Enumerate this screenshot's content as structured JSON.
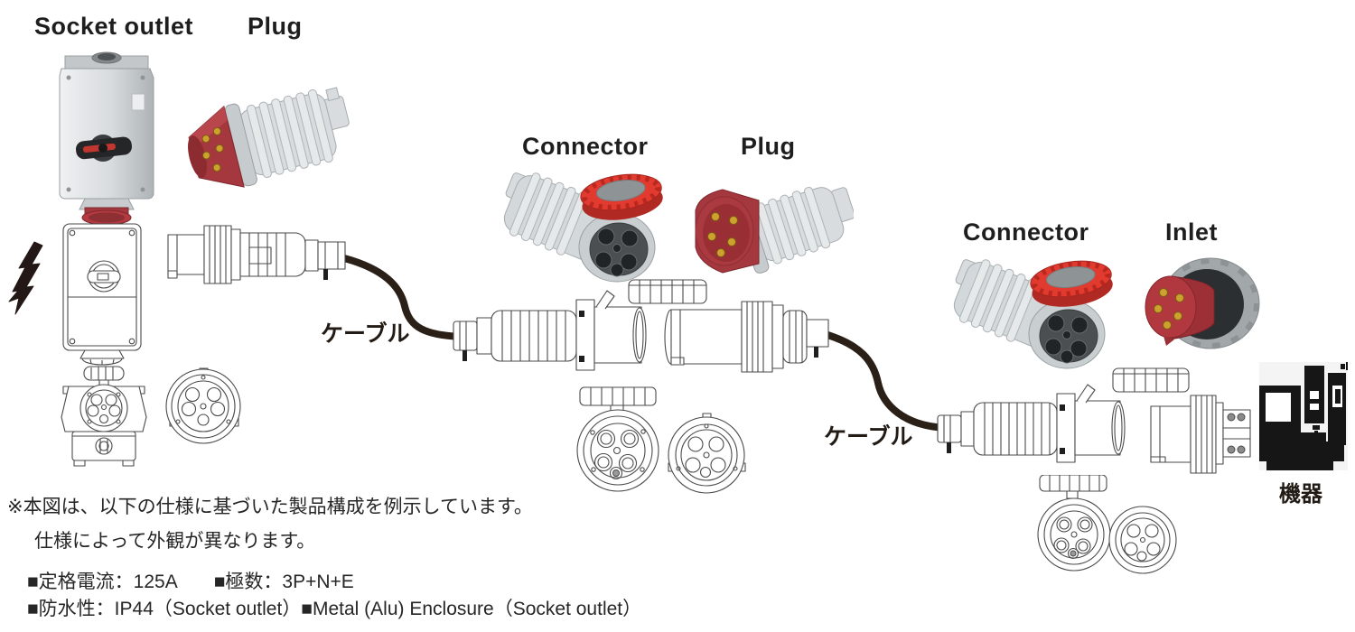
{
  "labels": {
    "socket_outlet": "Socket outlet",
    "plug_top": "Plug",
    "connector_mid": "Connector",
    "plug_mid": "Plug",
    "connector_right": "Connector",
    "inlet": "Inlet",
    "cable_left": "ケーブル",
    "cable_right": "ケーブル",
    "equipment": "機器"
  },
  "notes": {
    "line1": "※本図は、以下の仕様に基づいた製品構成を例示しています。",
    "line2": "仕様によって外観が異なります。"
  },
  "specs": {
    "rated_current": "■定格電流：125A",
    "poles": "■極数：3P+N+E",
    "waterproof": "■防水性：IP44（Socket outlet）",
    "enclosure": "■Metal (Alu) Enclosure（Socket outlet）"
  },
  "colors": {
    "accent_red": "#e23a2e",
    "dark_red": "#a5383e",
    "body_gray": "#d8dcdf",
    "line_gray": "#4b4b4b",
    "cable_dark": "#2b2017",
    "text": "#1e1e1e"
  }
}
